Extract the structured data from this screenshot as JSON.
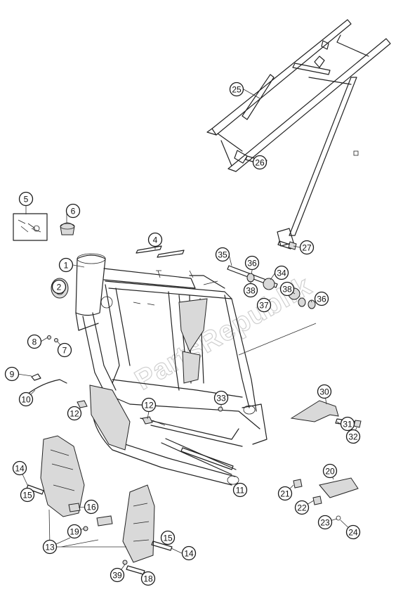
{
  "watermark": {
    "text": "PartsRepublik"
  },
  "callouts": [
    {
      "id": "c25",
      "label": "25"
    },
    {
      "id": "c26",
      "label": "26"
    },
    {
      "id": "c27",
      "label": "27"
    },
    {
      "id": "c5",
      "label": "5"
    },
    {
      "id": "c6",
      "label": "6"
    },
    {
      "id": "c4",
      "label": "4"
    },
    {
      "id": "c1",
      "label": "1"
    },
    {
      "id": "c2",
      "label": "2"
    },
    {
      "id": "c35",
      "label": "35"
    },
    {
      "id": "c36a",
      "label": "36"
    },
    {
      "id": "c34",
      "label": "34"
    },
    {
      "id": "c38a",
      "label": "38"
    },
    {
      "id": "c38b",
      "label": "38"
    },
    {
      "id": "c37",
      "label": "37"
    },
    {
      "id": "c36b",
      "label": "36"
    },
    {
      "id": "c8",
      "label": "8"
    },
    {
      "id": "c7",
      "label": "7"
    },
    {
      "id": "c9",
      "label": "9"
    },
    {
      "id": "c10",
      "label": "10"
    },
    {
      "id": "c12a",
      "label": "12"
    },
    {
      "id": "c12b",
      "label": "12"
    },
    {
      "id": "c33",
      "label": "33"
    },
    {
      "id": "c30",
      "label": "30"
    },
    {
      "id": "c31",
      "label": "31"
    },
    {
      "id": "c32",
      "label": "32"
    },
    {
      "id": "c11",
      "label": "11"
    },
    {
      "id": "c20",
      "label": "20"
    },
    {
      "id": "c21",
      "label": "21"
    },
    {
      "id": "c22",
      "label": "22"
    },
    {
      "id": "c23",
      "label": "23"
    },
    {
      "id": "c24",
      "label": "24"
    },
    {
      "id": "c14a",
      "label": "14"
    },
    {
      "id": "c15a",
      "label": "15"
    },
    {
      "id": "c16",
      "label": "16"
    },
    {
      "id": "c19",
      "label": "19"
    },
    {
      "id": "c15b",
      "label": "15"
    },
    {
      "id": "c14b",
      "label": "14"
    },
    {
      "id": "c13",
      "label": "13"
    },
    {
      "id": "c39",
      "label": "39"
    },
    {
      "id": "c18",
      "label": "18"
    }
  ]
}
